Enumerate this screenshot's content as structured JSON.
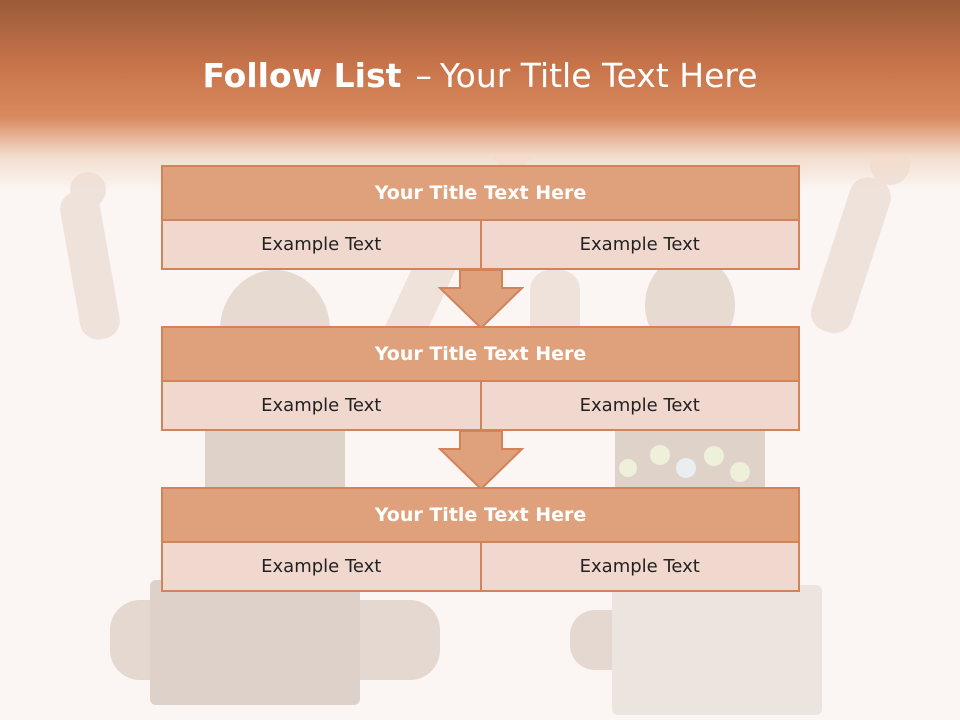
{
  "title": {
    "bold": "Follow List",
    "dash": "–",
    "rest": "Your Title Text Here"
  },
  "blocks": [
    {
      "heading": "Your Title Text Here",
      "cells": [
        "Example Text",
        "Example Text"
      ]
    },
    {
      "heading": "Your Title Text Here",
      "cells": [
        "Example Text",
        "Example Text"
      ]
    },
    {
      "heading": "Your Title Text Here",
      "cells": [
        "Example Text",
        "Example Text"
      ]
    }
  ],
  "colors": {
    "header": "#c8744b",
    "block_title": "#dfa07c",
    "block_border": "#d2835a",
    "cell_fill": "#f1d8cf"
  },
  "icons": [
    "down-arrow-icon",
    "down-arrow-icon"
  ]
}
